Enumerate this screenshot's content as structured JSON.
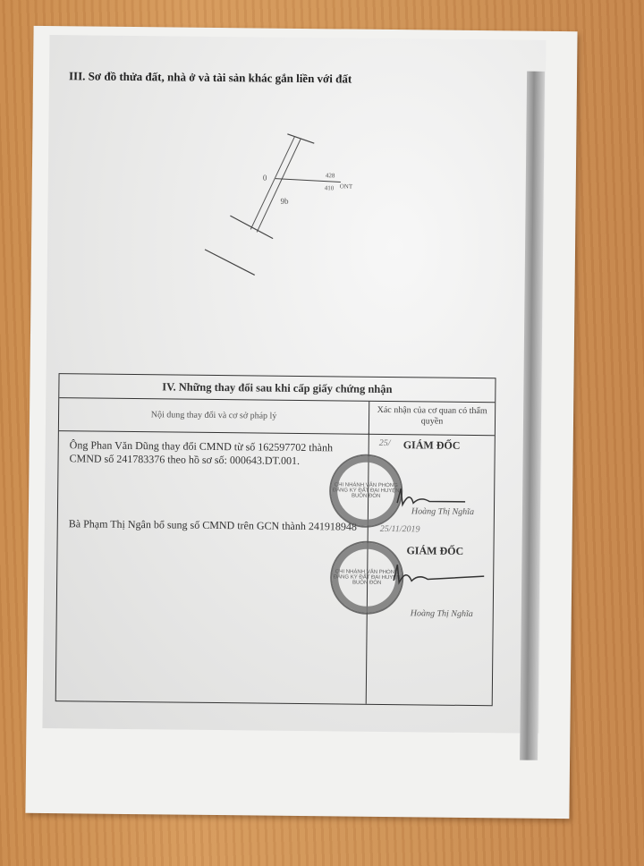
{
  "section3": {
    "title": "III. Sơ đồ thửa đất, nhà ở và tài sản khác gắn liền với đất"
  },
  "sketch": {
    "label_o": "0",
    "label_width": "9b",
    "parcel_top": "428",
    "parcel_bottom": "410",
    "land_type": "ONT"
  },
  "section4": {
    "title": "IV. Những thay đổi sau khi cấp giấy chứng nhận",
    "col_content": "Nội dung thay đổi và cơ sở pháp lý",
    "col_confirm": "Xác nhận của cơ quan có thẩm quyền",
    "entries": [
      {
        "content": "Ông Phan Văn Dũng thay đổi CMND từ số 162597702 thành CMND số 241783376 theo hồ sơ số: 000643.DT.001.",
        "date": "25/",
        "title": "GIÁM ĐỐC",
        "signer": "Hoàng Thị Nghĩa",
        "stamp_text": "CHI NHÁNH VĂN PHÒNG ĐĂNG KÝ ĐẤT ĐAI HUYỆN BUÔN ĐÔN"
      },
      {
        "content": "Bà Phạm Thị Ngân bổ sung số CMND trên GCN thành 241918948",
        "date": "25/11/2019",
        "title": "GIÁM ĐỐC",
        "signer": "Hoàng Thị Nghĩa",
        "stamp_text": "CHI NHÁNH VĂN PHÒNG ĐĂNG KÝ ĐẤT ĐAI HUYỆN BUÔN ĐÔN"
      }
    ]
  }
}
